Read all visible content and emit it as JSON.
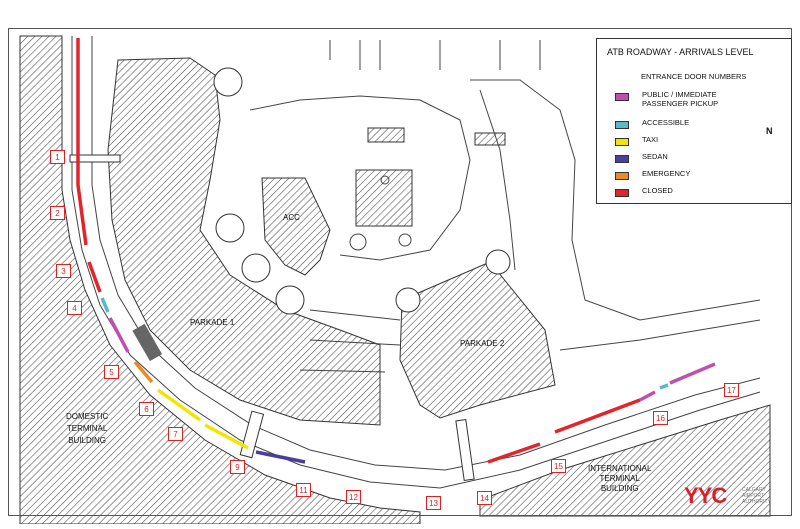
{
  "title": "ATB ROADWAY - ARRIVALS LEVEL",
  "legend": {
    "subtitle": "ENTRANCE DOOR NUMBERS",
    "items": [
      {
        "label": "PUBLIC / IMMEDIATE\nPASSENGER PICKUP",
        "color": "#c050b0"
      },
      {
        "label": "ACCESSIBLE",
        "color": "#5ab8c8"
      },
      {
        "label": "TAXI",
        "color": "#f2e600"
      },
      {
        "label": "SEDAN",
        "color": "#4a3f9a"
      },
      {
        "label": "EMERGENCY",
        "color": "#f08a20"
      },
      {
        "label": "CLOSED",
        "color": "#e0262a"
      }
    ]
  },
  "north_label": "N",
  "labels": {
    "acc": "ACC",
    "parkade1": "PARKADE 1",
    "parkade2": "PARKADE 2",
    "domestic": "DOMESTIC\nTERMINAL\nBUILDING",
    "international": "INTERNATIONAL\nTERMINAL\nBUILDING"
  },
  "doors": [
    "1",
    "2",
    "3",
    "4",
    "5",
    "6",
    "7",
    "9",
    "11",
    "12",
    "13",
    "14",
    "15",
    "16",
    "17"
  ],
  "logo": {
    "text": "YYC",
    "sub": "CALGARY AIRPORT AUTHORITY"
  }
}
